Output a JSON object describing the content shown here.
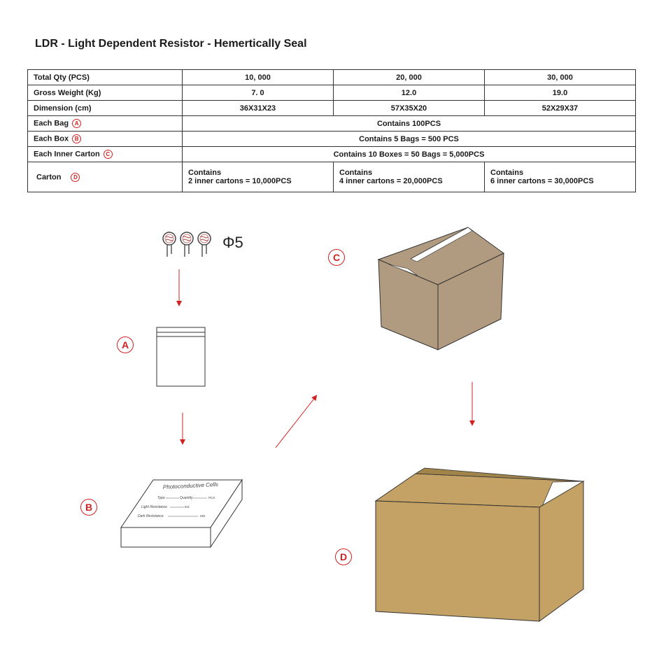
{
  "title": "LDR - Light Dependent Resistor - Hemertically Seal",
  "table": {
    "rows": [
      {
        "label": "Total Qty (PCS)",
        "cells": [
          "10, 000",
          "20, 000",
          "30, 000"
        ]
      },
      {
        "label": "Gross Weight (Kg)",
        "cells": [
          "7. 0",
          "12.0",
          "19.0"
        ]
      },
      {
        "label": "Dimension (cm)",
        "cells": [
          "36X31X23",
          "57X35X20",
          "52X29X37"
        ]
      }
    ],
    "each_bag": {
      "label": "Each Bag",
      "badge": "A",
      "value": "Contains 100PCS"
    },
    "each_box": {
      "label": "Each  Box",
      "badge": "B",
      "value": "Contains 5 Bags = 500 PCS"
    },
    "each_inner": {
      "label": "Each Inner Carton",
      "badge": "C",
      "value": "Contains 10 Boxes = 50 Bags = 5,000PCS"
    },
    "carton": {
      "label": "Carton",
      "badge": "D",
      "cells": [
        {
          "line1": "Contains",
          "line2": " 2 inner cartons = 10,000PCS"
        },
        {
          "line1": "Contains",
          "line2": " 4 inner cartons = 20,000PCS"
        },
        {
          "line1": "Contains",
          "line2": " 6 inner cartons = 30,000PCS"
        }
      ]
    }
  },
  "diagram": {
    "phi_label": "Φ5",
    "labels": {
      "a": "A",
      "b": "B",
      "c": "C",
      "d": "D"
    },
    "box_label": {
      "title": "Photoconductive Cells",
      "type": "Type",
      "quantity": "Quantity",
      "pcs": "PCS",
      "light_resistance": "Light Resistance",
      "kq": "KΩ",
      "dark_resistance": "Dark Resistance",
      "mq": "MΩ"
    }
  },
  "colors": {
    "accent": "#d32020",
    "inner_carton": "#b09a80",
    "carton": "#c4a265",
    "carton_dark": "#a08449"
  }
}
